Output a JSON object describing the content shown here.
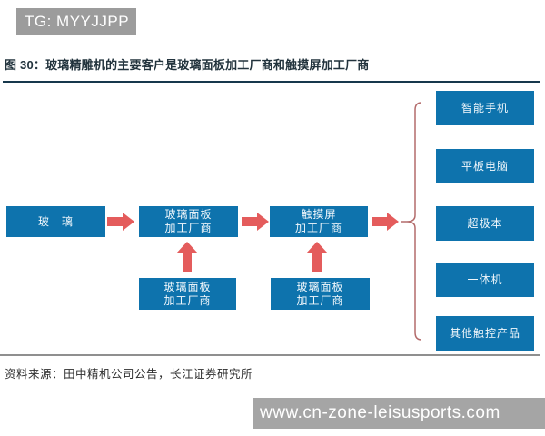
{
  "header": {
    "tag": "TG: MYYJJPP"
  },
  "figure": {
    "title": "图 30：玻璃精雕机的主要客户是玻璃面板加工厂商和触摸屏加工厂商",
    "source": "资料来源：田中精机公司公告，长江证券研究所"
  },
  "diagram": {
    "chain": [
      {
        "line1": "玻　璃",
        "line2": ""
      },
      {
        "line1": "玻璃面板",
        "line2": "加工厂商"
      },
      {
        "line1": "触摸屏",
        "line2": "加工厂商"
      }
    ],
    "suppliers": [
      {
        "line1": "玻璃面板",
        "line2": "加工厂商"
      },
      {
        "line1": "玻璃面板",
        "line2": "加工厂商"
      }
    ],
    "products": [
      "智能手机",
      "平板电脑",
      "超极本",
      "一体机",
      "其他触控产品"
    ]
  },
  "watermark": {
    "url": "www.cn-zone-leisusports.com"
  },
  "colors": {
    "box_blue": "#0e73ad",
    "arrow_red": "#e45c5c",
    "bracket_red": "#b36b6b",
    "underline_navy": "#16384c",
    "gray_tag": "#9c9c9c",
    "gray_bar": "#a5a5a5"
  }
}
